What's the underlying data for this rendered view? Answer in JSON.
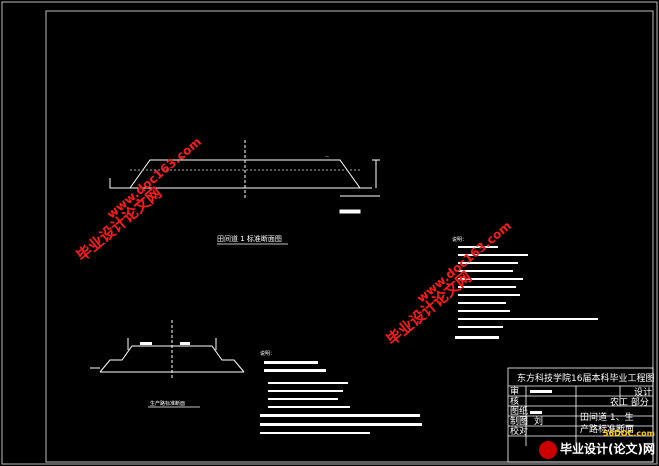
{
  "drawing": {
    "section1_caption": "田间道 1 标准断面图",
    "section2_caption": "生产路标准断面",
    "notes_title_1": "说明：",
    "notes_title_2": "说明："
  },
  "title_block": {
    "institution": "东方科技学院16届本科毕业工程图",
    "row_labels": [
      "审",
      "核",
      "图纸",
      "制图",
      "校对"
    ],
    "design_label": "设计",
    "subtitle": "农工 部分",
    "drawing_name_1": "田间道 1、生",
    "drawing_name_2": "产路标准断面",
    "author": "刘"
  },
  "watermarks": {
    "text_cn": "毕业设计论文网",
    "text_url": "www.doc163.com"
  },
  "brand": {
    "url": "56DOC.com",
    "name": "毕业设计(论文)网"
  }
}
